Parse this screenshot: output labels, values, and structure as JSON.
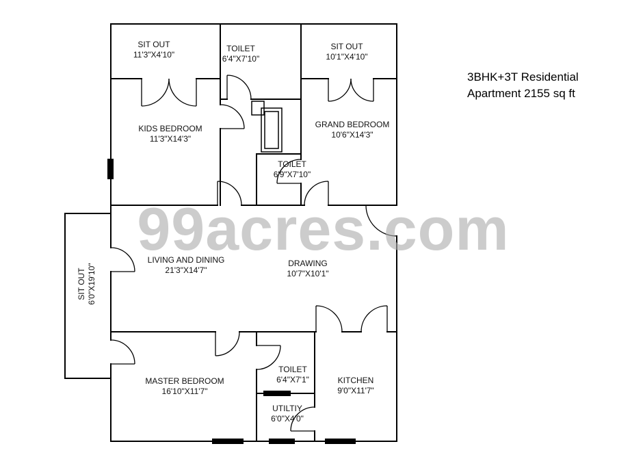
{
  "title": {
    "line1": "3BHK+3T Residential",
    "line2": "Apartment 2155 sq ft"
  },
  "watermark": "99acres.com",
  "rooms": {
    "sit_out_top_left": {
      "name": "SIT OUT",
      "dims": "11'3\"X4'10\""
    },
    "toilet_top": {
      "name": "TOILET",
      "dims": "6'4\"X7'10\""
    },
    "sit_out_top_right": {
      "name": "SIT OUT",
      "dims": "10'1\"X4'10\""
    },
    "kids_bedroom": {
      "name": "KIDS BEDROOM",
      "dims": "11'3\"X14'3\""
    },
    "grand_bedroom": {
      "name": "GRAND BEDROOM",
      "dims": "10'6\"X14'3\""
    },
    "toilet_mid": {
      "name": "TOILET",
      "dims": "6'9\"X7'10\""
    },
    "sit_out_left": {
      "name": "SIT OUT",
      "dims": "6'0\"X19'10\""
    },
    "living_dining": {
      "name": "LIVING AND DINING",
      "dims": "21'3\"X14'7\""
    },
    "drawing": {
      "name": "DRAWING",
      "dims": "10'7\"X10'1\""
    },
    "master_bedroom": {
      "name": "MASTER BEDROOM",
      "dims": "16'10\"X11'7\""
    },
    "toilet_bottom": {
      "name": "TOILET",
      "dims": "6'4\"X7'1\""
    },
    "kitchen": {
      "name": "KITCHEN",
      "dims": "9'0\"X11'7\""
    },
    "utility": {
      "name": "UTILTIY",
      "dims": "6'0\"X4'0\""
    }
  },
  "colors": {
    "wall": "#000000",
    "watermark": "#acacac",
    "text": "#111111"
  }
}
